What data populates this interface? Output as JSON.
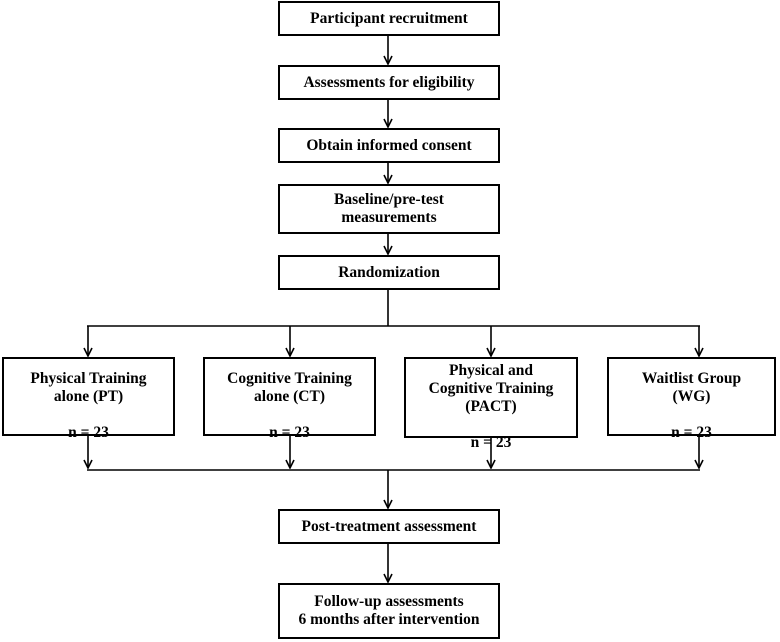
{
  "flowchart": {
    "steps": {
      "recruitment": "Participant recruitment",
      "eligibility": "Assessments for eligibility",
      "consent": "Obtain informed consent",
      "baseline": "Baseline/pre-test\nmeasurements",
      "randomization": "Randomization"
    },
    "groups": [
      {
        "name": "Physical Training\nalone (PT)",
        "n": "n = 23"
      },
      {
        "name": "Cognitive Training\nalone (CT)",
        "n": "n = 23"
      },
      {
        "name": "Physical and\nCognitive Training\n(PACT)",
        "n": "n = 23"
      },
      {
        "name": "Waitlist Group\n(WG)",
        "n": "n = 23"
      }
    ],
    "post_treatment": "Post-treatment assessment",
    "follow_up": "Follow-up assessments\n6 months after intervention"
  }
}
